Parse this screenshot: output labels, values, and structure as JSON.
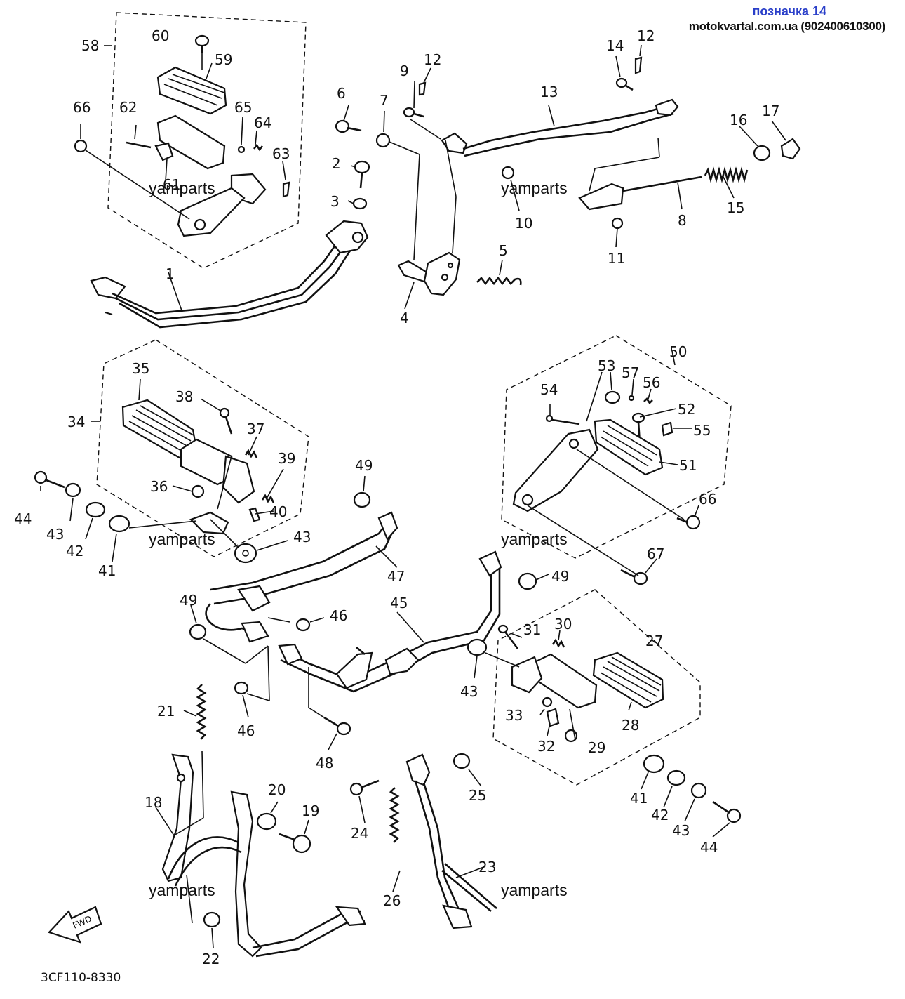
{
  "header": {
    "tag": "позначка 14",
    "site": "motokvartal.com.ua (902400610300)"
  },
  "watermark": "yamparts",
  "diagram_code": "3CF110-8330",
  "fwd_label": "FWD",
  "part_numbers": [
    "1",
    "2",
    "3",
    "4",
    "5",
    "6",
    "7",
    "8",
    "9",
    "10",
    "11",
    "12",
    "12",
    "13",
    "14",
    "15",
    "16",
    "17",
    "18",
    "19",
    "20",
    "21",
    "22",
    "23",
    "24",
    "25",
    "26",
    "27",
    "28",
    "29",
    "30",
    "31",
    "32",
    "33",
    "34",
    "35",
    "36",
    "37",
    "38",
    "39",
    "40",
    "41",
    "41",
    "42",
    "42",
    "43",
    "43",
    "43",
    "43",
    "44",
    "44",
    "45",
    "46",
    "46",
    "47",
    "48",
    "49",
    "49",
    "49",
    "50",
    "51",
    "52",
    "53",
    "54",
    "55",
    "56",
    "57",
    "58",
    "59",
    "60",
    "61",
    "62",
    "63",
    "64",
    "65",
    "66",
    "66",
    "67"
  ]
}
